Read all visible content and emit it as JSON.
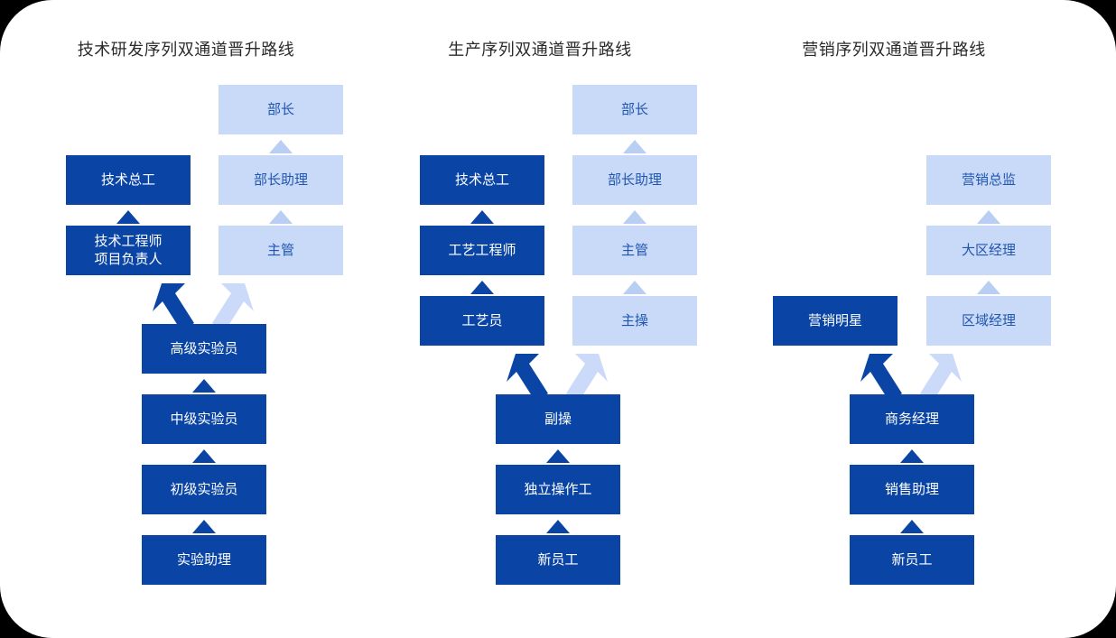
{
  "diagram": {
    "kind": "dual-channel-promotion-path",
    "colors": {
      "dark_blue": "#0A45A5",
      "light_blue": "#C9DAF8",
      "light_blue_arrow": "#B9CEF3",
      "light_box_text": "#2056B0",
      "title_text": "#2b2b2b",
      "card_background": "#FFFFFF"
    },
    "columns": [
      {
        "id": "rnd",
        "title": "技术研发序列双通道晋升路线",
        "professional_track": [
          {
            "label": "技术总工",
            "style": "dark"
          },
          {
            "label": "技术工程师\n项目负责人",
            "style": "dark"
          }
        ],
        "management_track": [
          {
            "label": "部长",
            "style": "light"
          },
          {
            "label": "部长助理",
            "style": "light"
          },
          {
            "label": "主管",
            "style": "light"
          }
        ],
        "common_track": [
          {
            "label": "高级实验员",
            "style": "dark"
          },
          {
            "label": "中级实验员",
            "style": "dark"
          },
          {
            "label": "初级实验员",
            "style": "dark"
          },
          {
            "label": "实验助理",
            "style": "dark"
          }
        ]
      },
      {
        "id": "production",
        "title": "生产序列双通道晋升路线",
        "professional_track": [
          {
            "label": "技术总工",
            "style": "dark"
          },
          {
            "label": "工艺工程师",
            "style": "dark"
          },
          {
            "label": "工艺员",
            "style": "dark"
          }
        ],
        "management_track": [
          {
            "label": "部长",
            "style": "light"
          },
          {
            "label": "部长助理",
            "style": "light"
          },
          {
            "label": "主管",
            "style": "light"
          },
          {
            "label": "主操",
            "style": "light"
          }
        ],
        "common_track": [
          {
            "label": "副操",
            "style": "dark"
          },
          {
            "label": "独立操作工",
            "style": "dark"
          },
          {
            "label": "新员工",
            "style": "dark"
          }
        ]
      },
      {
        "id": "marketing",
        "title": "营销序列双通道晋升路线",
        "professional_track": [
          {
            "label": "营销明星",
            "style": "dark"
          }
        ],
        "management_track": [
          {
            "label": "营销总监",
            "style": "light"
          },
          {
            "label": "大区经理",
            "style": "light"
          },
          {
            "label": "区域经理",
            "style": "light"
          }
        ],
        "common_track": [
          {
            "label": "商务经理",
            "style": "dark"
          },
          {
            "label": "销售助理",
            "style": "dark"
          },
          {
            "label": "新员工",
            "style": "dark"
          }
        ]
      }
    ]
  }
}
